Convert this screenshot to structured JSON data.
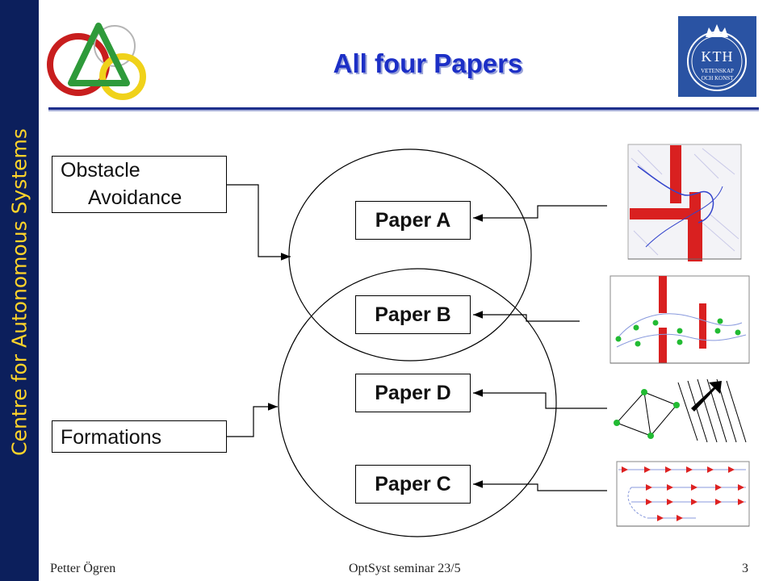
{
  "sidebar": {
    "text": "Centre for Autonomous Systems"
  },
  "title": "All four Papers",
  "kth_logo": {
    "name": "KTH",
    "line1": "VETENSKAP",
    "line2": "OCH KONST"
  },
  "topics": {
    "obstacle_line1": "Obstacle",
    "obstacle_line2": "Avoidance",
    "formations": "Formations"
  },
  "papers": {
    "a": "Paper A",
    "b": "Paper B",
    "d": "Paper D",
    "c": "Paper C"
  },
  "footer": {
    "author": "Petter Ögren",
    "event": "OptSyst seminar 23/5",
    "page": "3"
  },
  "colors": {
    "sidebar": "#0c1f5c",
    "sidebar_text": "#ffd42a",
    "title": "#1c2fc6",
    "kth_blue": "#2a53a3",
    "obstacle_red": "#d92020",
    "node_green": "#22bb33",
    "arrow_red": "#dd2222"
  }
}
